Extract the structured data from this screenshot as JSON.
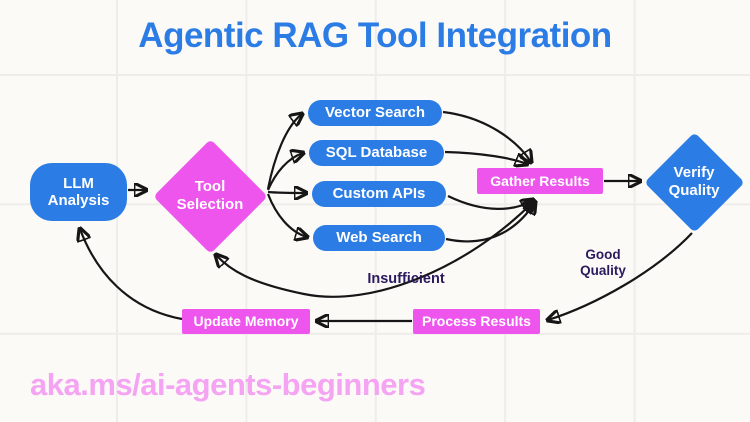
{
  "title": "Agentic RAG Tool Integration",
  "colors": {
    "blue": "#2B7CE5",
    "magenta": "#EE55ED",
    "navy": "#2A1A5E",
    "link-pink": "#F4A4F2",
    "arrow": "#161616"
  },
  "nodes": {
    "llm_analysis": {
      "line1": "LLM",
      "line2": "Analysis"
    },
    "tool_selection": {
      "line1": "Tool",
      "line2": "Selection"
    },
    "tools": [
      {
        "label": "Vector Search"
      },
      {
        "label": "SQL Database"
      },
      {
        "label": "Custom APIs"
      },
      {
        "label": "Web Search"
      }
    ],
    "gather_results": {
      "label": "Gather Results"
    },
    "verify_quality": {
      "line1": "Verify",
      "line2": "Quality"
    },
    "process_results": {
      "label": "Process Results"
    },
    "update_memory": {
      "label": "Update Memory"
    }
  },
  "edge_labels": {
    "insufficient": "Insufficient",
    "good_quality_line1": "Good",
    "good_quality_line2": "Quality"
  },
  "footer": {
    "link_text": "aka.ms/ai-agents-beginners"
  },
  "edges": [
    {
      "from": "LLM Analysis",
      "to": "Tool Selection"
    },
    {
      "from": "Tool Selection",
      "to": "Vector Search"
    },
    {
      "from": "Tool Selection",
      "to": "SQL Database"
    },
    {
      "from": "Tool Selection",
      "to": "Custom APIs"
    },
    {
      "from": "Tool Selection",
      "to": "Web Search"
    },
    {
      "from": "Vector Search",
      "to": "Gather Results"
    },
    {
      "from": "SQL Database",
      "to": "Gather Results"
    },
    {
      "from": "Custom APIs",
      "to": "Gather Results"
    },
    {
      "from": "Web Search",
      "to": "Gather Results"
    },
    {
      "from": "Gather Results",
      "to": "Verify Quality"
    },
    {
      "from": "Verify Quality",
      "to": "Process Results",
      "label": "Good Quality"
    },
    {
      "from": "Gather Results",
      "to": "Tool Selection",
      "label": "Insufficient"
    },
    {
      "from": "Process Results",
      "to": "Update Memory"
    },
    {
      "from": "Update Memory",
      "to": "LLM Analysis"
    }
  ]
}
